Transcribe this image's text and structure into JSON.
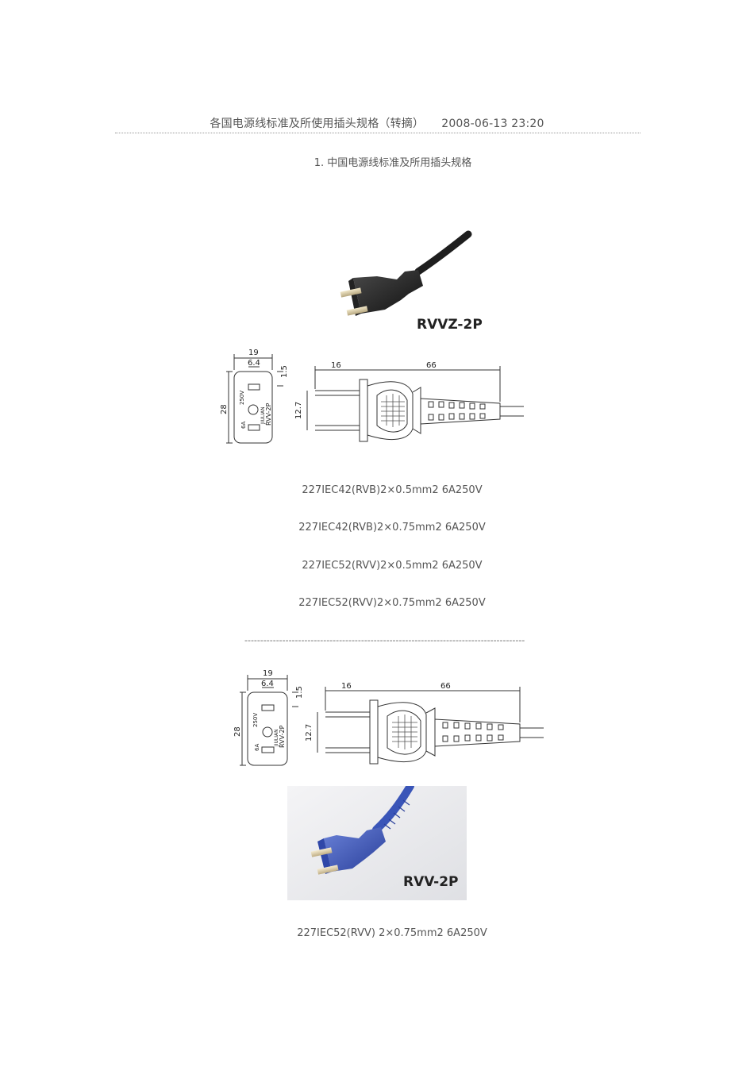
{
  "header": {
    "title": "各国电源线标准及所使用插头规格（转摘）",
    "date": "2008-06-13 23:20"
  },
  "section": {
    "heading": "1. 中国电源线标准及所用插头规格"
  },
  "product1": {
    "model_label": "RVVZ-2P",
    "specs": [
      "227IEC42(RVB)2×0.5mm2   6A250V",
      "227IEC42(RVB)2×0.75mm2  6A250V",
      "227IEC52(RVV)2×0.5mm2   6A250V",
      "227IEC52(RVV)2×0.75mm2  6A250V"
    ]
  },
  "drawing": {
    "dim_width": "19",
    "dim_pin_gap": "6.4",
    "dim_height": "28",
    "dim_thick": "1.5",
    "dim_pin_len": "16",
    "dim_body_len": "66",
    "dim_pin_span": "12.7",
    "face_marks": [
      "6A",
      "250V",
      "JIULIAN",
      "RVV-2P"
    ]
  },
  "separator": "-----------------------------------------------------------------------------------------",
  "product2": {
    "model_label": "RVV-2P",
    "spec": "227IEC52(RVV) 2×0.75mm2 6A250V"
  },
  "colors": {
    "plug1": "#2a2a2a",
    "plug2": "#3a55b8",
    "text": "#555555"
  }
}
